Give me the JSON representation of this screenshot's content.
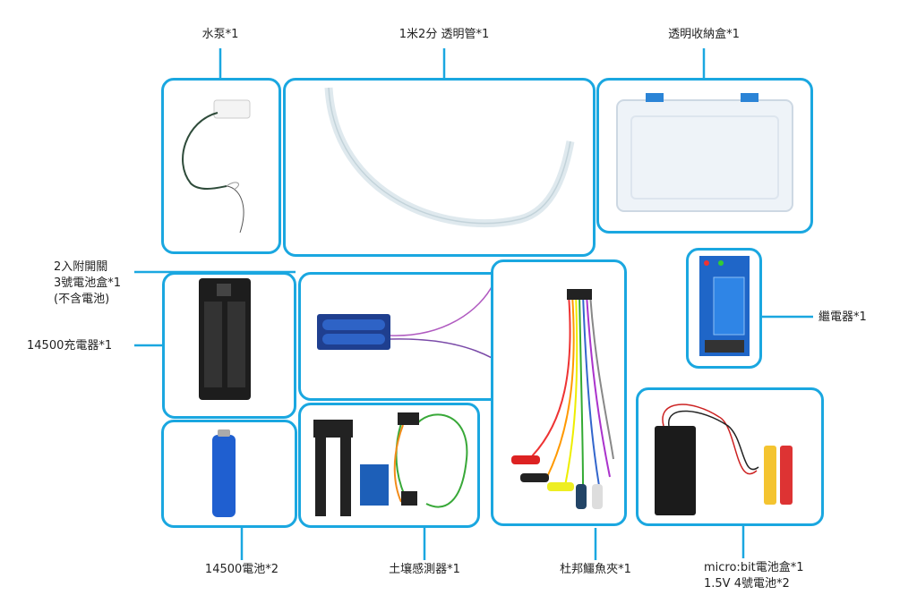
{
  "items": {
    "pump": "水泵*1",
    "tube": "1米2分 透明管*1",
    "case": "透明收納盒*1",
    "battery_box_l1": "2入附開關",
    "battery_box_l2": "3號電池盒*1",
    "battery_box_l3": "(不含電池)",
    "charger": "14500充電器*1",
    "relay": "繼電器*1",
    "battery": "14500電池*2",
    "soil_sensor": "土壤感測器*1",
    "jumper_clips": "杜邦鱷魚夾*1",
    "microbit_box_l1": "micro:bit電池盒*1",
    "microbit_box_l2": "1.5V 4號電池*2"
  },
  "colors": {
    "frame": "#1aa7e0",
    "leader": "#1aa7e0"
  }
}
